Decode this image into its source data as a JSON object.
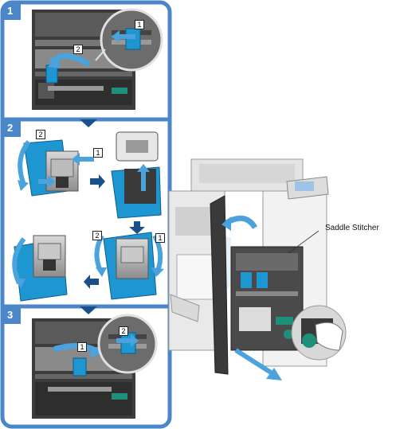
{
  "steps": [
    {
      "number": "1"
    },
    {
      "number": "2"
    },
    {
      "number": "3"
    }
  ],
  "callouts": {
    "s1_a": "1",
    "s1_b": "2",
    "s2_a": "2",
    "s2_b": "1",
    "s2_c": "2",
    "s2_d": "1",
    "s3_a": "1",
    "s3_b": "2"
  },
  "machine": {
    "component_label": "Saddle Stitcher"
  },
  "colors": {
    "frame_blue": "#4a86c8",
    "accent_blue": "#1e96d2",
    "teal": "#1f8f7a",
    "arrow_dark": "#1b4f8a"
  }
}
